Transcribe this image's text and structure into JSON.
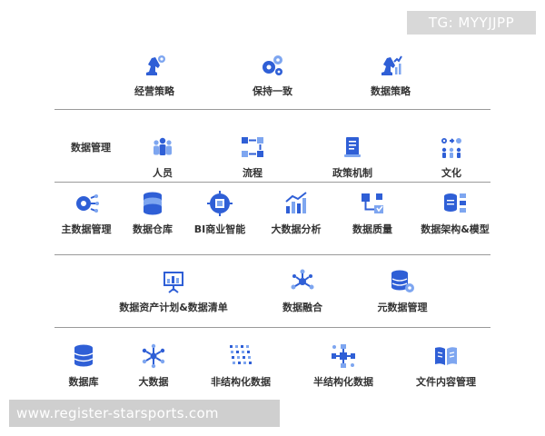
{
  "watermarks": {
    "top_right": "TG: MYYJJPP",
    "bottom_left": "www.register-starsports.com"
  },
  "row1": [
    {
      "label": "经营策略",
      "icon": "chess-knight-gear-icon"
    },
    {
      "label": "保持一致",
      "icon": "gears-icon"
    },
    {
      "label": "数据策略",
      "icon": "chess-knight-chart-icon"
    }
  ],
  "row2": {
    "heading": "数据管理",
    "items": [
      {
        "label": "人员",
        "icon": "people-group-icon"
      },
      {
        "label": "流程",
        "icon": "process-flow-icon"
      },
      {
        "label": "政策机制",
        "icon": "policy-document-icon"
      },
      {
        "label": "文化",
        "icon": "culture-people-icon"
      }
    ]
  },
  "row3": [
    {
      "label": "主数据管理",
      "icon": "gear-nodes-icon"
    },
    {
      "label": "数据仓库",
      "icon": "database-stack-icon"
    },
    {
      "label": "BI商业智能",
      "icon": "brain-chip-icon"
    },
    {
      "label": "大数据分析",
      "icon": "bar-chart-trend-icon"
    },
    {
      "label": "数据质量",
      "icon": "quality-flow-icon"
    },
    {
      "label": "数据架构&模型",
      "icon": "architecture-model-icon"
    }
  ],
  "row4": [
    {
      "label": "数据资产计划&数据清单",
      "icon": "presentation-board-icon"
    },
    {
      "label": "数据融合",
      "icon": "network-hub-icon"
    },
    {
      "label": "元数据管理",
      "icon": "database-gear-icon"
    }
  ],
  "row5": [
    {
      "label": "数据库",
      "icon": "database-icon"
    },
    {
      "label": "大数据",
      "icon": "data-network-icon"
    },
    {
      "label": "非结构化数据",
      "icon": "unstructured-grid-icon"
    },
    {
      "label": "半结构化数据",
      "icon": "semi-structured-network-icon"
    },
    {
      "label": "文件内容管理",
      "icon": "open-book-icon"
    }
  ]
}
